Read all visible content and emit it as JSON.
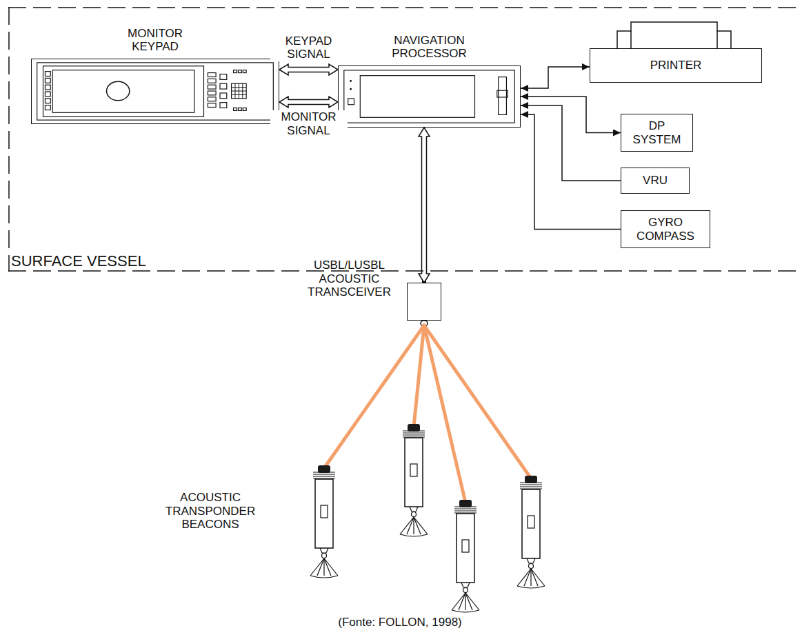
{
  "diagram": {
    "caption": "(Fonte: FOLLON, 1998)",
    "nodes": [
      {
        "text": [
          "SURFACE VESSEL"
        ]
      },
      {
        "text": [
          "MONITOR KEYPAD"
        ],
        "in": 0
      },
      {
        "text": [
          "NAVIGATION PROCESSOR"
        ],
        "in": 0
      },
      {
        "text": [
          "PRINTER"
        ],
        "in": 0
      },
      {
        "text": [
          "DP SYSTEM"
        ],
        "in": 0
      },
      {
        "text": [
          "VRU"
        ],
        "in": 0
      },
      {
        "text": [
          "GYRO COMPASS"
        ],
        "in": 0
      },
      {
        "text": [
          "USBL/LUSBL ACOUSTIC TRANSCEIVER"
        ]
      }
    ],
    "edges": [
      {
        "from": 1,
        "to": 2,
        "arrow": "both",
        "label": "KEYPAD SIGNAL"
      },
      {
        "from": 1,
        "to": 2,
        "arrow": "both",
        "label": "MONITOR SIGNAL"
      },
      {
        "from": 2,
        "to": 7,
        "arrow": "both"
      },
      {
        "from": 2,
        "to": 3,
        "arrow": "both"
      },
      {
        "from": 2,
        "to": 4,
        "arrow": "both"
      },
      {
        "from": 5,
        "to": 2,
        "arrow": "to"
      },
      {
        "from": 6,
        "to": 2,
        "arrow": "to"
      }
    ],
    "labels": [
      "ACOUSTIC TRANSPONDER BEACONS"
    ]
  }
}
